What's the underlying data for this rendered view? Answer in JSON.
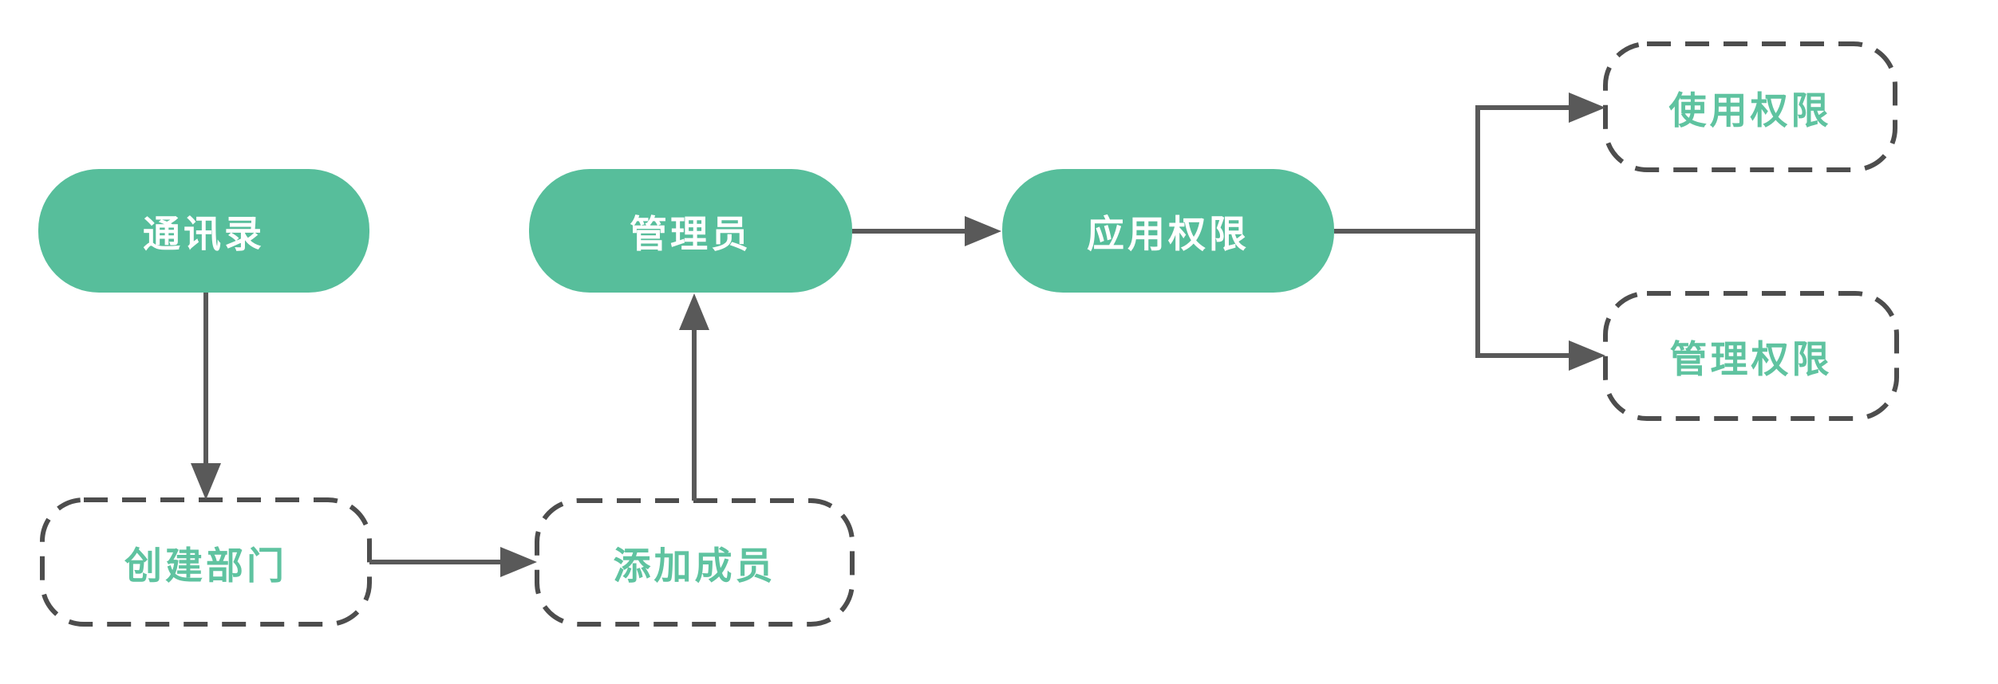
{
  "diagram": {
    "type": "flowchart",
    "nodes": [
      {
        "id": "contacts",
        "label": "通讯录",
        "shape": "solid-pill"
      },
      {
        "id": "admin",
        "label": "管理员",
        "shape": "solid-pill"
      },
      {
        "id": "app-permission",
        "label": "应用权限",
        "shape": "solid-pill"
      },
      {
        "id": "create-department",
        "label": "创建部门",
        "shape": "dashed-box"
      },
      {
        "id": "add-members",
        "label": "添加成员",
        "shape": "dashed-box"
      },
      {
        "id": "usage-permission",
        "label": "使用权限",
        "shape": "dashed-box"
      },
      {
        "id": "manage-permission",
        "label": "管理权限",
        "shape": "dashed-box"
      }
    ],
    "edges": [
      {
        "from": "contacts",
        "to": "create-department"
      },
      {
        "from": "create-department",
        "to": "add-members"
      },
      {
        "from": "add-members",
        "to": "admin"
      },
      {
        "from": "admin",
        "to": "app-permission"
      },
      {
        "from": "app-permission",
        "to": "usage-permission"
      },
      {
        "from": "app-permission",
        "to": "manage-permission"
      }
    ],
    "colors": {
      "node_fill_green": "#57be9b",
      "node_text_on_green": "#ffffff",
      "dashed_text_green": "#5fc3a0",
      "border_gray": "#4d4d4d",
      "arrow_gray": "#595959",
      "background": "#ffffff"
    }
  }
}
